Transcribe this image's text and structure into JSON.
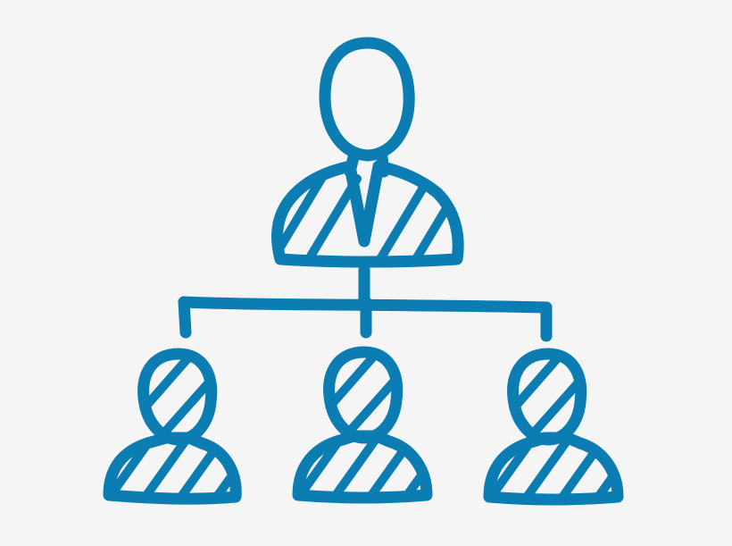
{
  "diagram": {
    "type": "org-chart-icon",
    "style": "hand-drawn outline with diagonal hatching",
    "nodes": [
      {
        "id": "top",
        "icon": "person-icon",
        "level": 0,
        "head_fill": "empty",
        "body_fill": "hatched"
      },
      {
        "id": "left",
        "icon": "person-icon",
        "level": 1,
        "head_fill": "hatched",
        "body_fill": "hatched"
      },
      {
        "id": "center",
        "icon": "person-icon",
        "level": 1,
        "head_fill": "hatched",
        "body_fill": "hatched"
      },
      {
        "id": "right",
        "icon": "person-icon",
        "level": 1,
        "head_fill": "hatched",
        "body_fill": "hatched"
      }
    ],
    "edges": [
      {
        "from": "top",
        "to": "left"
      },
      {
        "from": "top",
        "to": "center"
      },
      {
        "from": "top",
        "to": "right"
      }
    ]
  },
  "colors": {
    "icon": "#0b7db3",
    "background": "#f5f5f6"
  }
}
